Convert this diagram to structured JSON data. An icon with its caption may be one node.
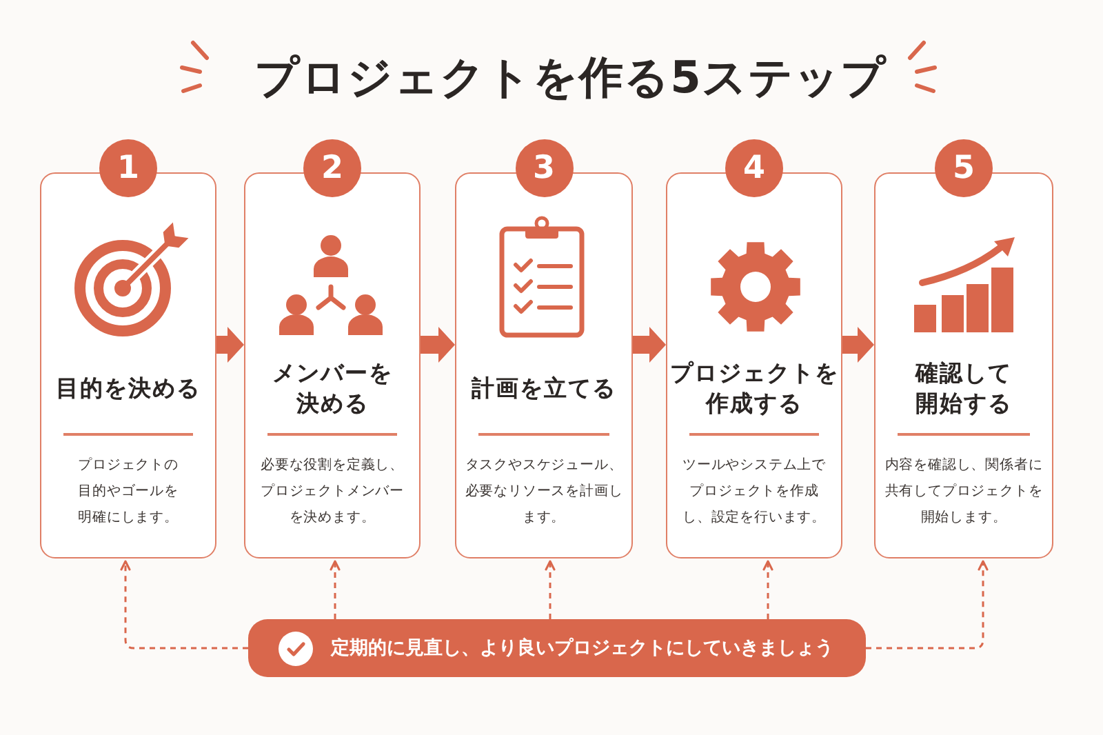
{
  "diagram": {
    "title": "プロジェクトを作る5ステップ",
    "nodes": [
      {
        "text": [
          "1",
          "目的を決める",
          "プロジェクトの目的やゴールを明確にします。"
        ]
      },
      {
        "text": [
          "2",
          "メンバーを決める",
          "必要な役割を定義し、プロジェクトメンバーを決めます。"
        ]
      },
      {
        "text": [
          "3",
          "計画を立てる",
          "タスクやスケジュール、必要なリソースを計画します。"
        ]
      },
      {
        "text": [
          "4",
          "プロジェクトを作成する",
          "ツールやシステム上でプロジェクトを作成し、設定を行います。"
        ]
      },
      {
        "text": [
          "5",
          "確認して開始する",
          "内容を確認し、関係者に共有してプロジェクトを開始します。"
        ]
      },
      {
        "text": [
          "定期的に見直し、より良いプロジェクトにしていきましょう"
        ]
      }
    ],
    "edges": [
      {
        "from": 0,
        "to": 1,
        "arrow": "to"
      },
      {
        "from": 1,
        "to": 2,
        "arrow": "to"
      },
      {
        "from": 2,
        "to": 3,
        "arrow": "to"
      },
      {
        "from": 3,
        "to": 4,
        "arrow": "to"
      },
      {
        "from": 5,
        "to": 0,
        "arrow": "to",
        "style": "dashed"
      },
      {
        "from": 5,
        "to": 1,
        "arrow": "to",
        "style": "dashed"
      },
      {
        "from": 5,
        "to": 2,
        "arrow": "to",
        "style": "dashed"
      },
      {
        "from": 5,
        "to": 3,
        "arrow": "to",
        "style": "dashed"
      },
      {
        "from": 5,
        "to": 4,
        "arrow": "to",
        "style": "dashed"
      }
    ]
  }
}
